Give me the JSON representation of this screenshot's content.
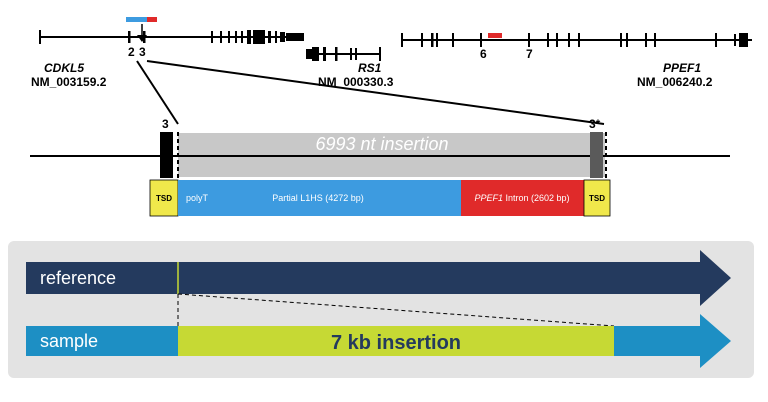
{
  "genes": [
    {
      "name": "CDKL5",
      "accession": "NM_003159.2"
    },
    {
      "name": "RS1",
      "accession": "NM_000330.3"
    },
    {
      "name": "PPEF1",
      "accession": "NM_006240.2"
    }
  ],
  "exon_labels": {
    "cdkl5_ex2": "2",
    "cdkl5_ex3": "3",
    "ppef1_ex6": "6",
    "ppef1_ex7": "7",
    "zoom_ex3": "3",
    "zoom_ex3_star": "3*"
  },
  "insertion": {
    "label": "6993 nt insertion",
    "segments": [
      {
        "label": "TSD",
        "color": "#f0e84b"
      },
      {
        "label": "polyT",
        "color": "#3d9be0"
      },
      {
        "label": "Partial L1HS (4272 bp)",
        "color": "#3d9be0"
      },
      {
        "label": "PPEF1",
        "suffix": " Intron (2602 bp)",
        "color": "#e02a2a"
      },
      {
        "label": "TSD",
        "color": "#f0e84b"
      }
    ]
  },
  "panel": {
    "reference_label": "reference",
    "sample_label": "sample",
    "insertion_label": "7 kb insertion",
    "colors": {
      "reference": "#243a5e",
      "sample": "#1d8fc4",
      "insertion": "#c6d934",
      "panel_bg": "#e3e3e3"
    }
  },
  "colors": {
    "exon": "#000000",
    "insertion_box": "#c8c8c8",
    "blue_marker": "#3d9be0",
    "red_marker": "#e02a2a"
  }
}
